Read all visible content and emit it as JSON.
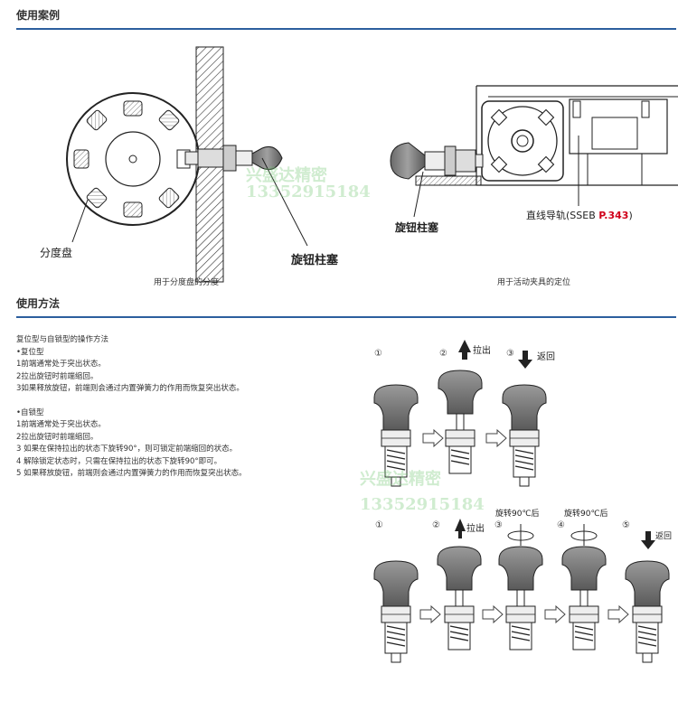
{
  "sections": {
    "case_title": "使用案例",
    "method_title": "使用方法"
  },
  "case_figures": {
    "left_label_disc": "分度盘",
    "left_label_plunger": "旋钮柱塞",
    "left_caption": "用于分度盘的分度",
    "right_label_plunger": "旋钮柱塞",
    "right_label_rail_prefix": "直线导轨(SSEB ",
    "right_label_rail_page": "P.343",
    "right_label_rail_suffix": ")",
    "right_caption": "用于活动夹具的定位",
    "page_color": "#d0021b"
  },
  "watermark": {
    "name": "兴盛达精密",
    "phone": "13352915184"
  },
  "instructions": {
    "heading": "复位型与自锁型的操作方法",
    "reset_type": "•复位型",
    "reset_steps": [
      "1前端通常处于突出状态。",
      "2拉出旋钮时前端缩回。",
      "3如果释放旋钮，前端则会通过内置弹簧力的作用而恢复突出状态。"
    ],
    "lock_type": "•自锁型",
    "lock_steps": [
      "1前端通常处于突出状态。",
      "2拉出旋钮时前端缩回。",
      "3 如果在保持拉出的状态下旋转90°，则可锁定前端缩回的状态。",
      "4 解除锁定状态时，只需在保持拉出的状态下旋转90°即可。",
      "5 如果释放旋钮，前端则会通过内置弹簧力的作用而恢复突出状态。"
    ]
  },
  "diagram_top": {
    "steps": [
      "①",
      "②",
      "③"
    ],
    "pull_label": "拉出",
    "return_label": "返回"
  },
  "diagram_bottom": {
    "steps": [
      "①",
      "②",
      "③",
      "④",
      "⑤"
    ],
    "pull_label": "拉出",
    "rotate_label_1": "旋转90℃后",
    "rotate_label_2": "旋转90℃后",
    "return_label": "返回"
  }
}
